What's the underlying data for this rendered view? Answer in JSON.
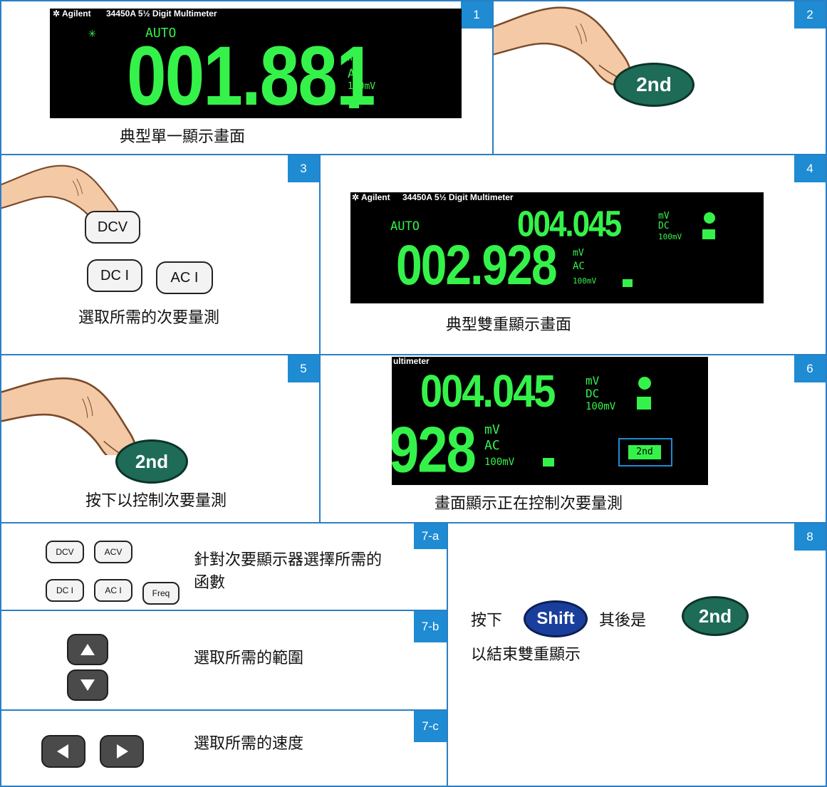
{
  "panels": {
    "p1": {
      "num": "1",
      "caption": "典型單一顯示畫面",
      "brand": "Agilent",
      "model": "34450A  5½ Digit Multimeter",
      "mode": "AUTO",
      "value": "001.881",
      "unit": "mV",
      "func": "AC",
      "range": "100mV"
    },
    "p2": {
      "num": "2",
      "key": "2nd"
    },
    "p3": {
      "num": "3",
      "caption": "選取所需的次要量測",
      "keys": {
        "dcv": "DCV",
        "dci": "DC I",
        "aci": "AC I"
      }
    },
    "p4": {
      "num": "4",
      "caption": "典型雙重顯示畫面",
      "brand": "Agilent",
      "model": "34450A  5½ Digit Multimeter",
      "mode": "AUTO",
      "secondary": {
        "value": "004.045",
        "unit": "mV",
        "func": "DC",
        "range": "100mV"
      },
      "primary": {
        "value": "002.928",
        "unit": "mV",
        "func": "AC",
        "range": "100mV"
      }
    },
    "p5": {
      "num": "5",
      "caption": "按下以控制次要量測",
      "key": "2nd"
    },
    "p6": {
      "num": "6",
      "caption": "畫面顯示正在控制次要量測",
      "header_fragment": "ultimeter",
      "secondary": {
        "value": "004.045",
        "unit": "mV",
        "func": "DC",
        "range": "100mV"
      },
      "primary": {
        "value": "928",
        "unit": "mV",
        "func": "AC",
        "range": "100mV"
      },
      "indicator": "2nd"
    },
    "p7a": {
      "num": "7-a",
      "text": "針對次要顯示器選擇所需的函數",
      "keys": {
        "dcv": "DCV",
        "acv": "ACV",
        "dci": "DC I",
        "aci": "AC I",
        "freq": "Freq"
      }
    },
    "p7b": {
      "num": "7-b",
      "text": "選取所需的範圍"
    },
    "p7c": {
      "num": "7-c",
      "text": "選取所需的速度"
    },
    "p8": {
      "num": "8",
      "press": "按下",
      "shift": "Shift",
      "then": "其後是",
      "key": "2nd",
      "end_text": "以結束雙重顯示"
    }
  },
  "colors": {
    "panel_border": "#2a7fc4",
    "badge": "#1e8bd3",
    "lcd_green": "#35f24a",
    "key_green": "#1e6b57",
    "shift_blue": "#1a3e9c"
  },
  "icons": [
    "pointing-finger-icon",
    "up-arrow-icon",
    "down-arrow-icon",
    "left-arrow-icon",
    "right-arrow-icon",
    "annunciator-icon"
  ]
}
